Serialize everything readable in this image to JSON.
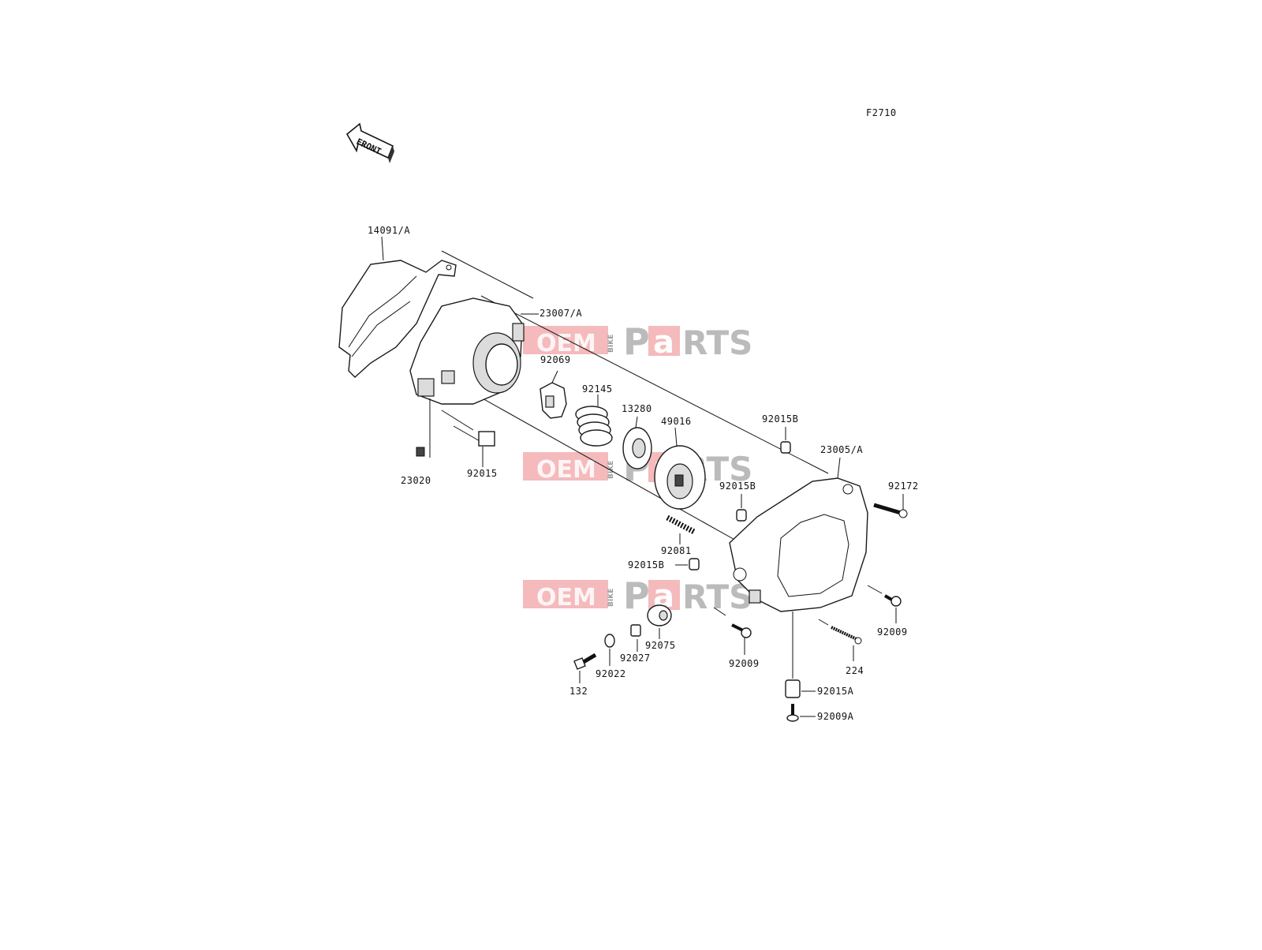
{
  "diagram": {
    "figure_code": "F2710",
    "front_label": "FRONT",
    "watermark": {
      "oem": "OEM",
      "bike": "BIKE",
      "parts_p": "P",
      "parts_a": "a",
      "parts_rts": "RTS"
    },
    "labels": {
      "p14091A": "14091/A",
      "p23007A": "23007/A",
      "p92069": "92069",
      "p92145": "92145",
      "p13280": "13280",
      "p49016": "49016",
      "p92015B_top": "92015B",
      "p23005A": "23005/A",
      "p92172": "92172",
      "p92015B_mid": "92015B",
      "p23020": "23020",
      "p92015": "92015",
      "p92081": "92081",
      "p92015B_low": "92015B",
      "p92075": "92075",
      "p92027": "92027",
      "p92022": "92022",
      "p132": "132",
      "p92009_mid": "92009",
      "p92009_right": "92009",
      "p224": "224",
      "p92015A": "92015A",
      "p92009A": "92009A"
    }
  }
}
